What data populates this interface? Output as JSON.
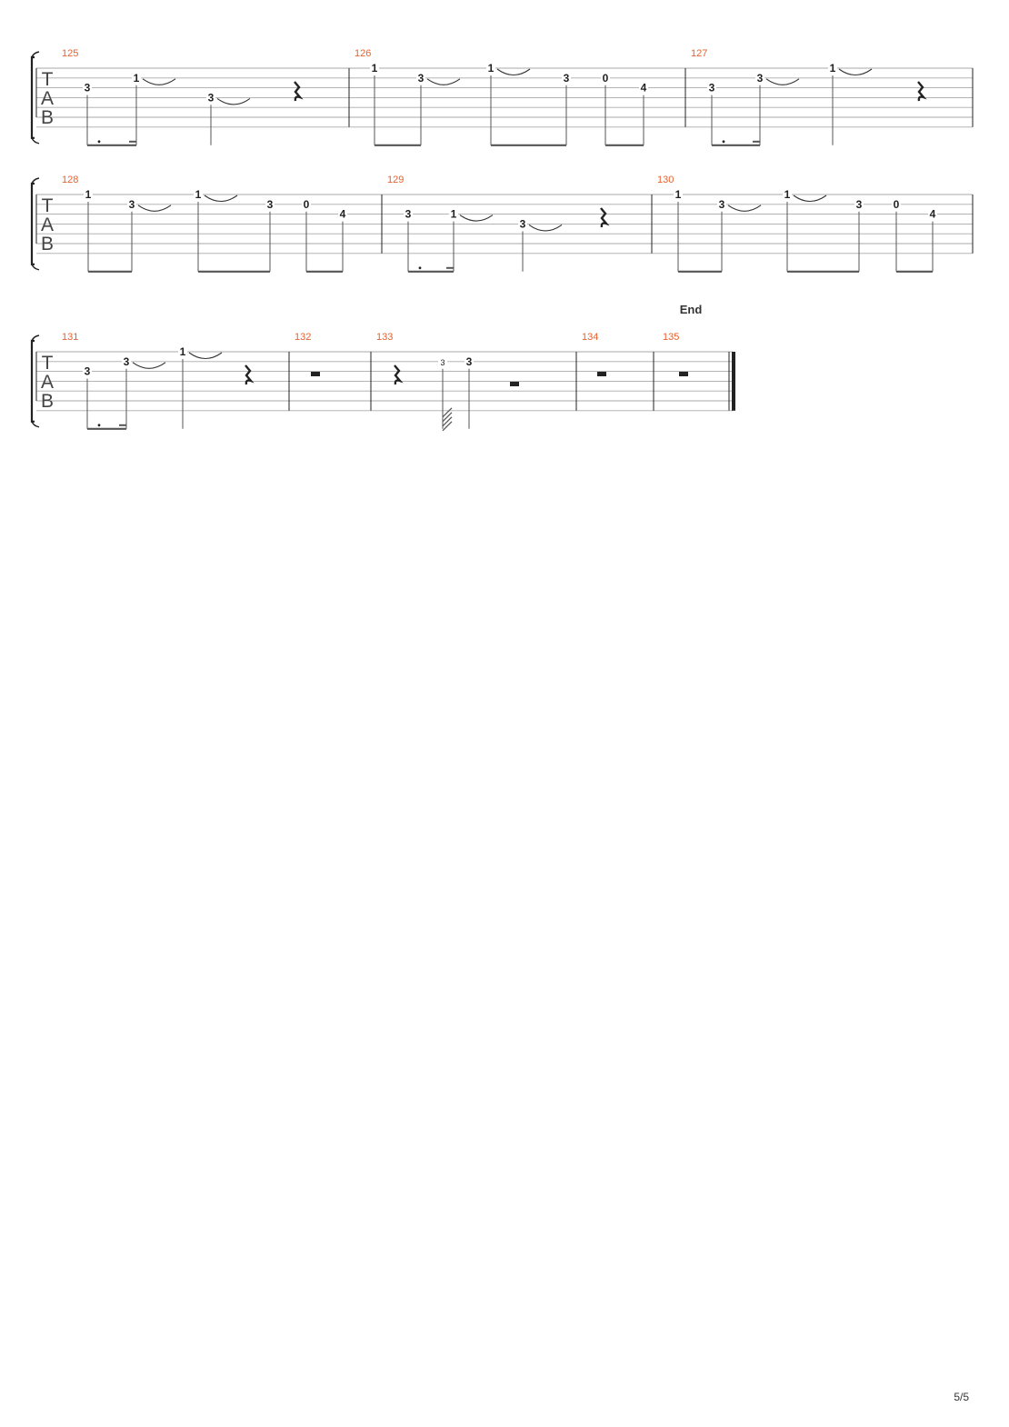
{
  "score": {
    "tab_clef": [
      "T",
      "A",
      "B"
    ],
    "page_number": "5/5",
    "colors": {
      "measure_number": "#e8602c",
      "staff_line": "#aaaaaa",
      "ink": "#222222"
    },
    "systems": [
      {
        "measures": [
          {
            "number": "125",
            "notes": [
              {
                "fret": "3",
                "string": 3,
                "tie": false
              },
              {
                "fret": "1",
                "string": 2,
                "tie": true
              },
              {
                "fret": "3",
                "string": 4,
                "tie": true
              }
            ],
            "rest": "quarter"
          },
          {
            "number": "126",
            "notes": [
              {
                "fret": "1",
                "string": 1,
                "tie": false
              },
              {
                "fret": "3",
                "string": 2,
                "tie": true
              },
              {
                "fret": "1",
                "string": 1,
                "tie": true
              },
              {
                "fret": "3",
                "string": 2,
                "tie": false
              },
              {
                "fret": "0",
                "string": 2,
                "tie": false
              },
              {
                "fret": "4",
                "string": 3,
                "tie": false
              }
            ]
          },
          {
            "number": "127",
            "notes": [
              {
                "fret": "3",
                "string": 3,
                "tie": false
              },
              {
                "fret": "3",
                "string": 2,
                "tie": true
              },
              {
                "fret": "1",
                "string": 1,
                "tie": true
              }
            ],
            "rest": "quarter"
          }
        ]
      },
      {
        "measures": [
          {
            "number": "128",
            "notes": [
              {
                "fret": "1",
                "string": 1,
                "tie": false
              },
              {
                "fret": "3",
                "string": 2,
                "tie": true
              },
              {
                "fret": "1",
                "string": 1,
                "tie": true
              },
              {
                "fret": "3",
                "string": 2,
                "tie": false
              },
              {
                "fret": "0",
                "string": 2,
                "tie": false
              },
              {
                "fret": "4",
                "string": 3,
                "tie": false
              }
            ]
          },
          {
            "number": "129",
            "notes": [
              {
                "fret": "3",
                "string": 3,
                "tie": false
              },
              {
                "fret": "1",
                "string": 3,
                "tie": true
              },
              {
                "fret": "3",
                "string": 4,
                "tie": true
              }
            ],
            "rest": "quarter"
          },
          {
            "number": "130",
            "notes": [
              {
                "fret": "1",
                "string": 1,
                "tie": false
              },
              {
                "fret": "3",
                "string": 2,
                "tie": true
              },
              {
                "fret": "1",
                "string": 1,
                "tie": true
              },
              {
                "fret": "3",
                "string": 2,
                "tie": false
              },
              {
                "fret": "0",
                "string": 2,
                "tie": false
              },
              {
                "fret": "4",
                "string": 3,
                "tie": false
              }
            ]
          }
        ]
      },
      {
        "marker": "End",
        "measures": [
          {
            "number": "131",
            "notes": [
              {
                "fret": "3",
                "string": 3,
                "tie": false
              },
              {
                "fret": "3",
                "string": 2,
                "tie": true
              },
              {
                "fret": "1",
                "string": 1,
                "tie": true
              }
            ],
            "rest": "quarter"
          },
          {
            "number": "132",
            "rest": "half"
          },
          {
            "number": "133",
            "notes": [
              {
                "fret": "3",
                "string": 2,
                "tie": false,
                "grace": true
              },
              {
                "fret": "3",
                "string": 2,
                "tie": false
              }
            ],
            "rest": "quarter"
          },
          {
            "number": "134",
            "rest": "half"
          },
          {
            "number": "135",
            "rest": "half"
          }
        ]
      }
    ]
  }
}
